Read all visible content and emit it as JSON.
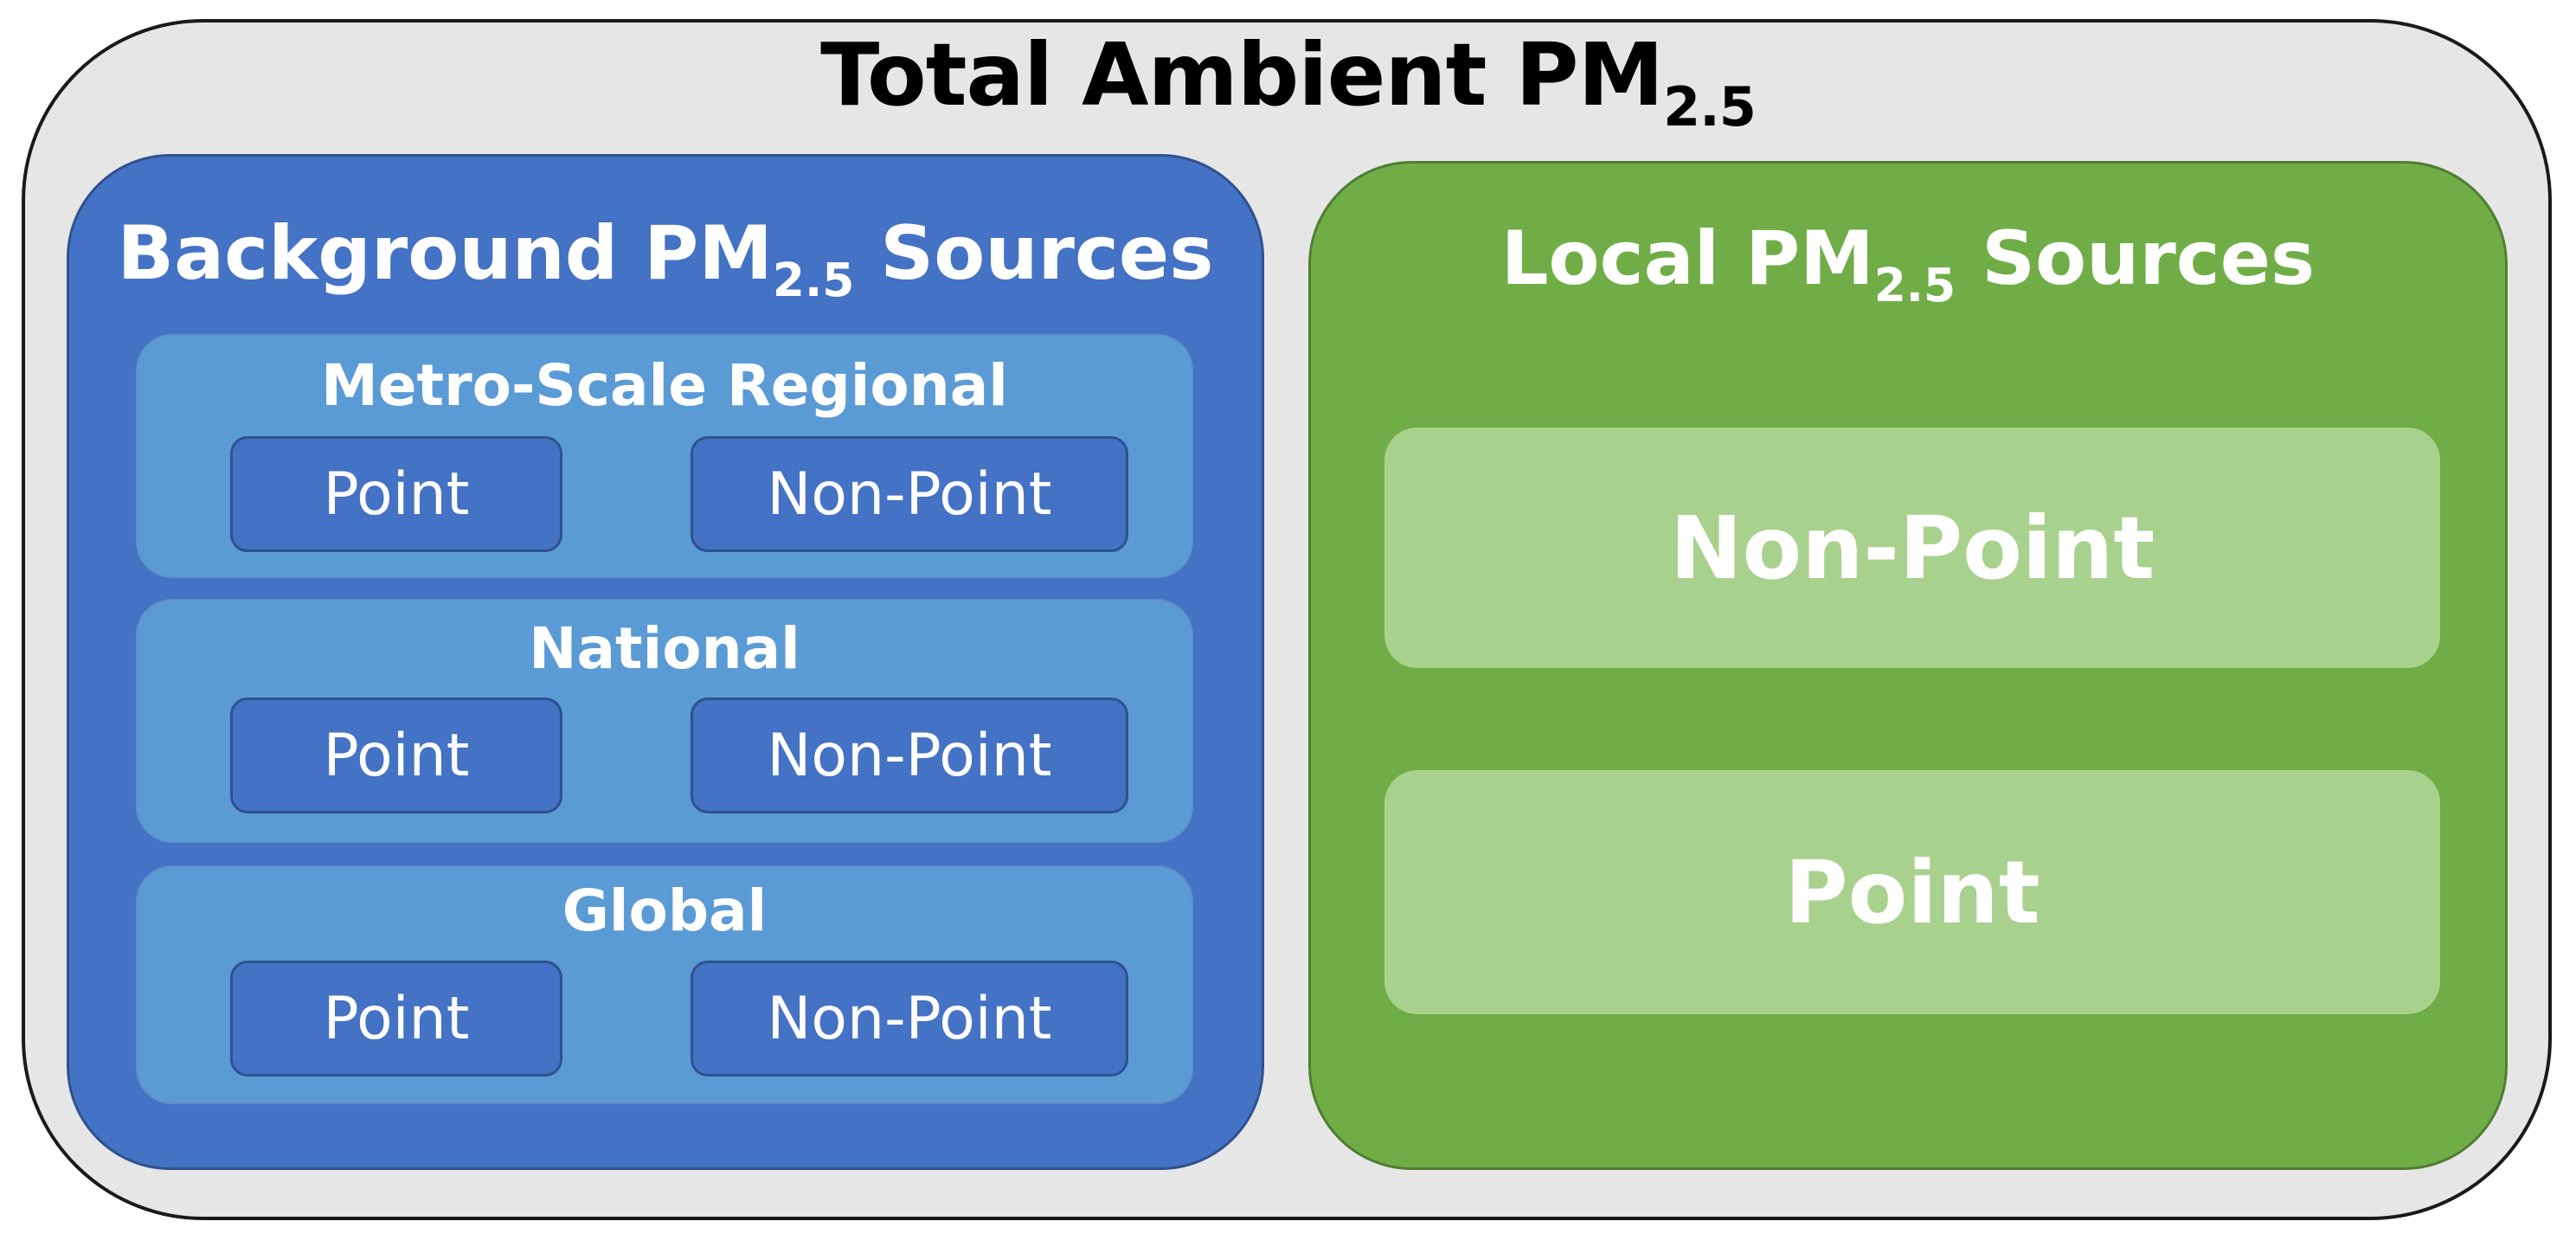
{
  "title": {
    "main": "Total Ambient PM",
    "subscript": "2.5"
  },
  "background": {
    "title_prefix": "Background PM",
    "title_subscript": "2.5",
    "title_suffix": " Sources",
    "scales": [
      {
        "label": "Metro-Scale Regional",
        "point": "Point",
        "non_point": "Non-Point"
      },
      {
        "label": "National",
        "point": "Point",
        "non_point": "Non-Point"
      },
      {
        "label": "Global",
        "point": "Point",
        "non_point": "Non-Point"
      }
    ]
  },
  "local": {
    "title_prefix": "Local PM",
    "title_subscript": "2.5",
    "title_suffix": " Sources",
    "non_point": "Non-Point",
    "point": "Point"
  },
  "colors": {
    "outer_fill": "#e6e6e6",
    "background_blue": "#4472c4",
    "scale_blue": "#5b9bd5",
    "local_green": "#70ad47",
    "local_light_green": "#a9d18e"
  }
}
